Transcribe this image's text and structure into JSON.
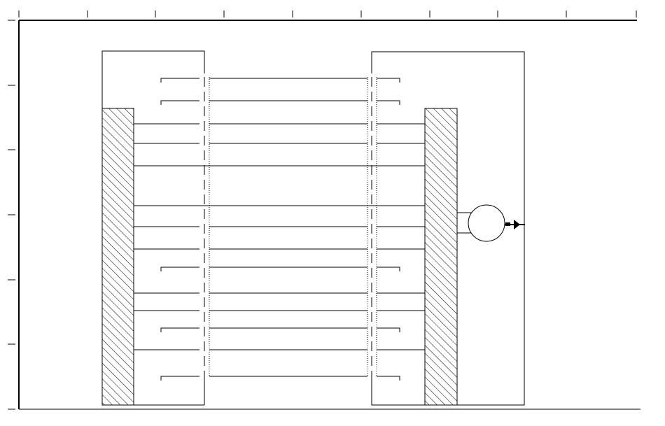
{
  "diagram": {
    "colors": {
      "line": "#000000",
      "background": "#ffffff",
      "hatch": "#000000"
    },
    "elements": {
      "frame": "ruler-frame",
      "left_enclosure": "enclosure",
      "right_enclosure": "enclosure",
      "left_wall": "hatched-wall",
      "right_wall": "hatched-wall",
      "pump": "circle-pump",
      "outlet_arrow": "flow-arrow"
    }
  }
}
